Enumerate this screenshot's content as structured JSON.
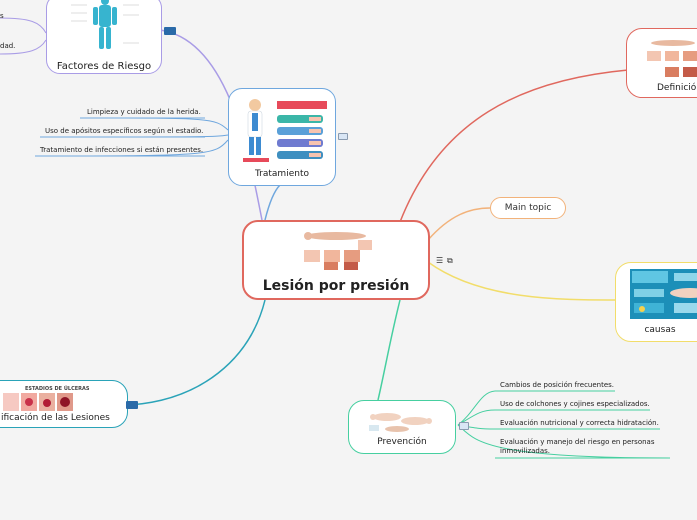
{
  "central": {
    "title": "Lesión por presión"
  },
  "nodes": {
    "factores": {
      "title": "Factores de Riesgo"
    },
    "factores_children": [
      "s",
      "dad."
    ],
    "tratamiento": {
      "title": "Tratamiento"
    },
    "tratamiento_children": [
      "Limpieza y cuidado de la herida.",
      "Uso de apósitos específicos según el estadio.",
      "Tratamiento de infecciones si están presentes."
    ],
    "definicion": {
      "title": "Definició"
    },
    "main_topic": {
      "title": "Main topic"
    },
    "causas": {
      "title": "causas"
    },
    "clasificacion": {
      "title": "ificación de las Lesiones",
      "image_caption": "ESTADIOS DE ÚLCERAS"
    },
    "prevencion": {
      "title": "Prevención"
    },
    "prevencion_children": [
      "Cambios de posición frecuentes.",
      "Uso de colchones y cojines especializados.",
      "Evaluación nutricional y correcta hidratación.",
      "Evaluación y manejo del riesgo en personas inmovilizadas."
    ]
  },
  "toolbar": {
    "menu_glyph": "☰",
    "link_glyph": "⧉"
  },
  "colors": {
    "central": "#e0685e",
    "factores": "#a99ce6",
    "tratamiento": "#6fa7de",
    "definicion": "#e0685e",
    "main_topic": "#f2b27a",
    "causas": "#f2dd6a",
    "clasificacion": "#2aa3b8",
    "prevencion": "#46cfa0"
  }
}
